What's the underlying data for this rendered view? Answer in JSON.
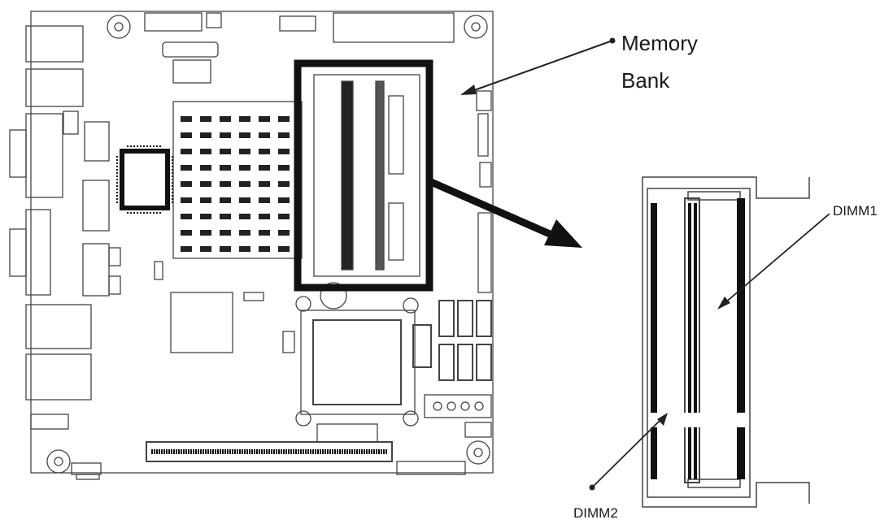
{
  "labels": {
    "memory_line1": "Memory",
    "memory_line2": "Bank",
    "dimm1": "DIMM1",
    "dimm2": "DIMM2"
  },
  "colors": {
    "ink": "#1a1a1a",
    "board": "#ffffff",
    "line": "#444444",
    "highlight": "#111111"
  }
}
